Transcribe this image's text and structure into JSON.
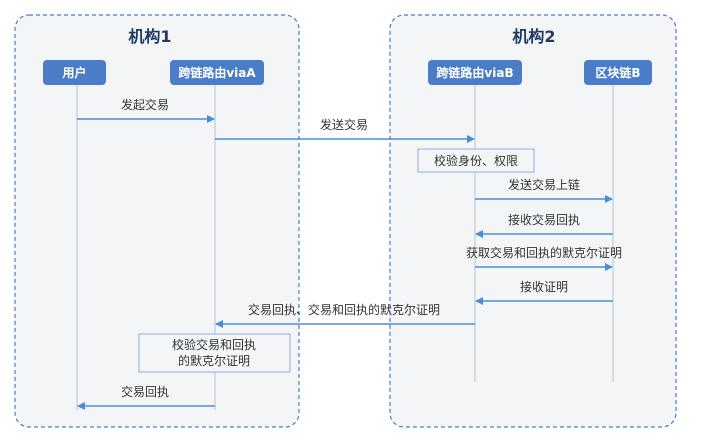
{
  "org1": {
    "title": "机构1"
  },
  "org2": {
    "title": "机构2"
  },
  "actors": {
    "user": "用户",
    "router_a": "跨链路由viaA",
    "router_b": "跨链路由viaB",
    "chain_b": "区块链B"
  },
  "messages": {
    "m1": "发起交易",
    "m2": "发送交易",
    "m3": "发送交易上链",
    "m4": "接收交易回执",
    "m5": "获取交易和回执的默克尔证明",
    "m6": "接收证明",
    "m7": "交易回执、交易和回执的默克尔证明",
    "m8": "交易回执"
  },
  "notes": {
    "verify_identity": "校验身份、权限",
    "verify_proof_line1": "校验交易和回执",
    "verify_proof_line2": "的默克尔证明"
  },
  "colors": {
    "actor_fill": "#4a7cc8",
    "actor_text": "#ffffff",
    "arrow": "#4a8fd6",
    "lifeline": "#c9d3e0",
    "group_border": "#4a7cc8",
    "group_fill": "#f4f5f7",
    "note_border": "#8fb0dc",
    "text": "#333333",
    "title": "#1f3b64"
  }
}
